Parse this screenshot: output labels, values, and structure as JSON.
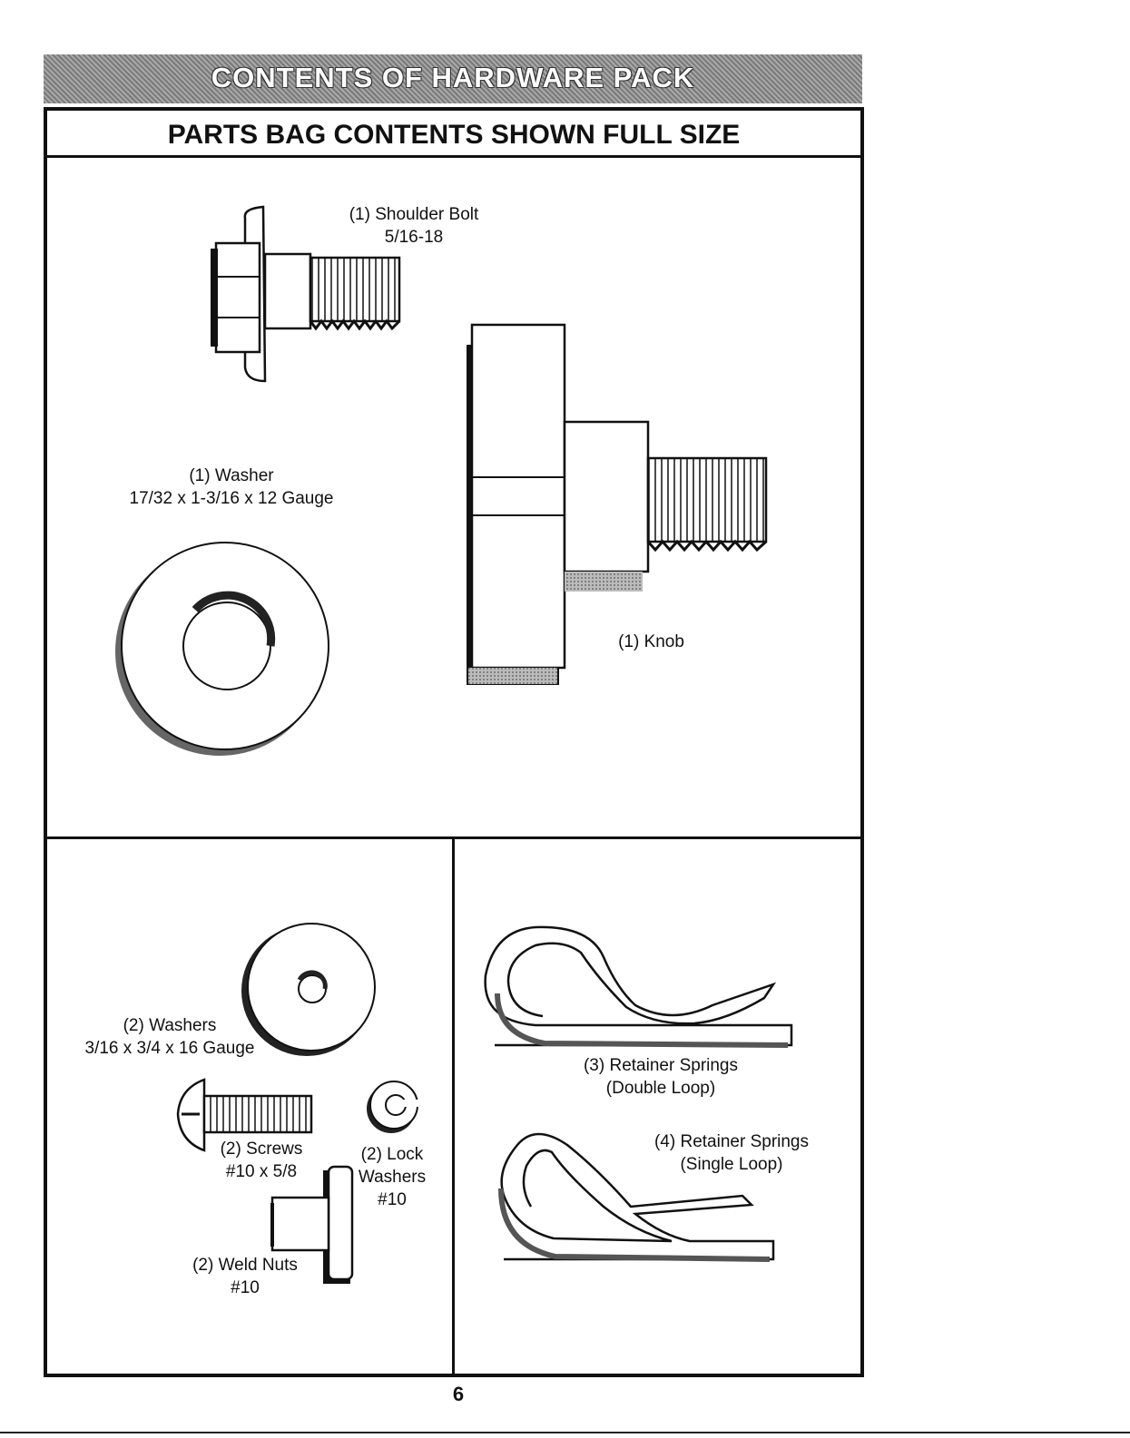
{
  "banner": {
    "title": "CONTENTS OF HARDWARE PACK"
  },
  "subheader": {
    "title": "PARTS BAG CONTENTS SHOWN FULL SIZE"
  },
  "parts": {
    "shoulder_bolt": {
      "line1": "(1) Shoulder Bolt",
      "line2": "5/16-18"
    },
    "washer_large": {
      "line1": "(1) Washer",
      "line2": "17/32 x 1-3/16 x 12 Gauge"
    },
    "knob": {
      "line1": "(1) Knob"
    },
    "washers_small": {
      "line1": "(2) Washers",
      "line2": "3/16 x 3/4 x 16 Gauge"
    },
    "screws": {
      "line1": "(2) Screws",
      "line2": "#10 x 5/8"
    },
    "lock_washers": {
      "line1": "(2) Lock",
      "line2": "Washers",
      "line3": "#10"
    },
    "weld_nuts": {
      "line1": "(2) Weld Nuts",
      "line2": "#10"
    },
    "retainer_double": {
      "line1": "(3) Retainer Springs",
      "line2": "(Double Loop)"
    },
    "retainer_single": {
      "line1": "(4) Retainer Springs",
      "line2": "(Single Loop)"
    }
  },
  "footer": {
    "page_number": "6"
  }
}
